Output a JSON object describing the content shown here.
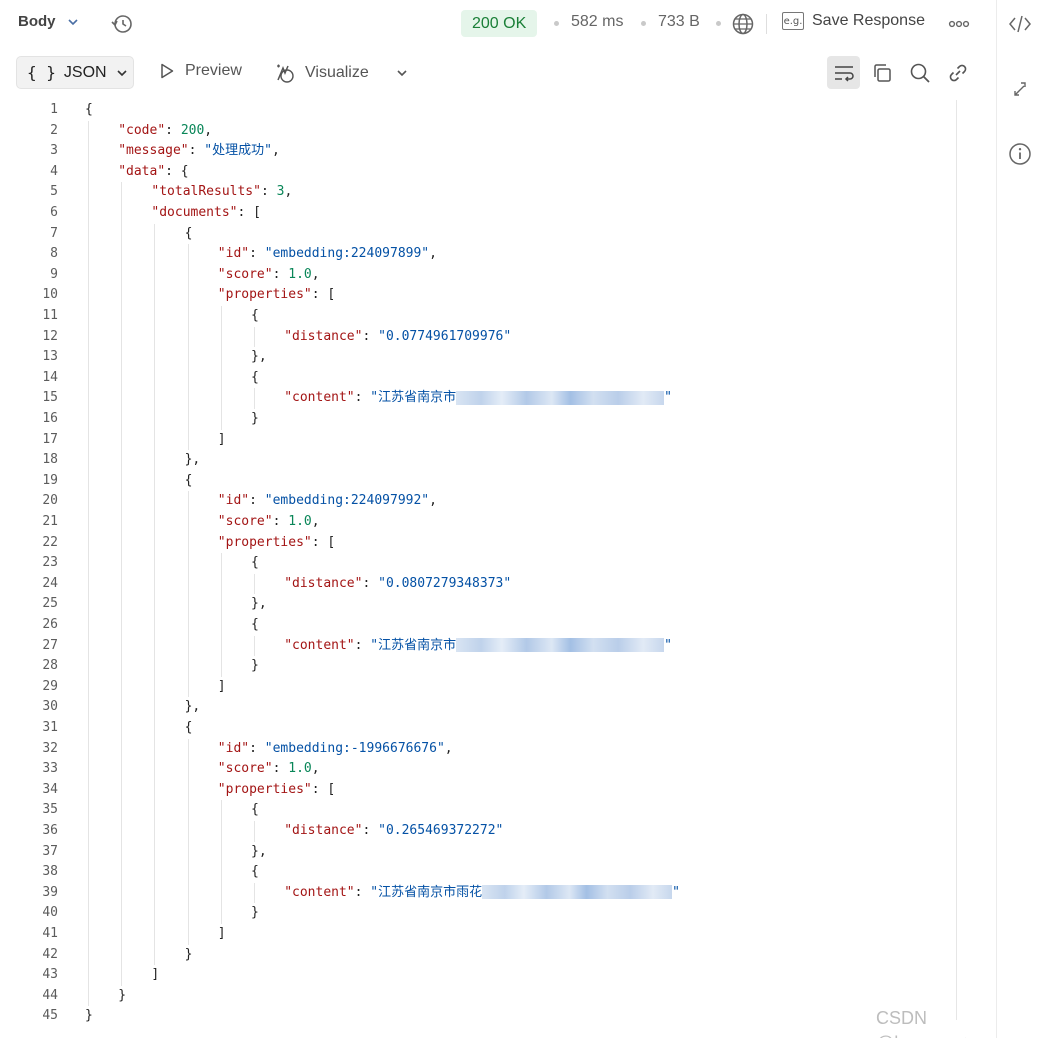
{
  "topbar": {
    "body_label": "Body",
    "status": "200 OK",
    "time": "582 ms",
    "size": "733 B",
    "eg_label": "e.g.",
    "save_response": "Save Response"
  },
  "toolbar": {
    "format_label": "JSON",
    "preview_label": "Preview",
    "visualize_label": "Visualize"
  },
  "colors": {
    "key": "#a31515",
    "string": "#0451a5",
    "number": "#098658",
    "status_bg": "#e5f5ea",
    "status_fg": "#1a7f37"
  },
  "code": {
    "lines": [
      [
        [
          "p",
          "{"
        ]
      ],
      [
        [
          "k",
          "\"code\""
        ],
        [
          "p",
          ": "
        ],
        [
          "n",
          "200"
        ],
        [
          "p",
          ","
        ]
      ],
      [
        [
          "k",
          "\"message\""
        ],
        [
          "p",
          ": "
        ],
        [
          "s",
          "\"处理成功\""
        ],
        [
          "p",
          ","
        ]
      ],
      [
        [
          "k",
          "\"data\""
        ],
        [
          "p",
          ": {"
        ]
      ],
      [
        [
          "k",
          "\"totalResults\""
        ],
        [
          "p",
          ": "
        ],
        [
          "n",
          "3"
        ],
        [
          "p",
          ","
        ]
      ],
      [
        [
          "k",
          "\"documents\""
        ],
        [
          "p",
          ": ["
        ]
      ],
      [
        [
          "p",
          "{"
        ]
      ],
      [
        [
          "k",
          "\"id\""
        ],
        [
          "p",
          ": "
        ],
        [
          "s",
          "\"embedding:224097899\""
        ],
        [
          "p",
          ","
        ]
      ],
      [
        [
          "k",
          "\"score\""
        ],
        [
          "p",
          ": "
        ],
        [
          "n",
          "1.0"
        ],
        [
          "p",
          ","
        ]
      ],
      [
        [
          "k",
          "\"properties\""
        ],
        [
          "p",
          ": ["
        ]
      ],
      [
        [
          "p",
          "{"
        ]
      ],
      [
        [
          "k",
          "\"distance\""
        ],
        [
          "p",
          ": "
        ],
        [
          "s",
          "\"0.0774961709976\""
        ]
      ],
      [
        [
          "p",
          "},"
        ]
      ],
      [
        [
          "p",
          "{"
        ]
      ],
      [
        [
          "k",
          "\"content\""
        ],
        [
          "p",
          ": "
        ],
        [
          "s",
          "\"江苏省南京市"
        ],
        [
          "blur",
          "208"
        ],
        [
          "s",
          "\""
        ]
      ],
      [
        [
          "p",
          "}"
        ]
      ],
      [
        [
          "p",
          "]"
        ]
      ],
      [
        [
          "p",
          "},"
        ]
      ],
      [
        [
          "p",
          "{"
        ]
      ],
      [
        [
          "k",
          "\"id\""
        ],
        [
          "p",
          ": "
        ],
        [
          "s",
          "\"embedding:224097992\""
        ],
        [
          "p",
          ","
        ]
      ],
      [
        [
          "k",
          "\"score\""
        ],
        [
          "p",
          ": "
        ],
        [
          "n",
          "1.0"
        ],
        [
          "p",
          ","
        ]
      ],
      [
        [
          "k",
          "\"properties\""
        ],
        [
          "p",
          ": ["
        ]
      ],
      [
        [
          "p",
          "{"
        ]
      ],
      [
        [
          "k",
          "\"distance\""
        ],
        [
          "p",
          ": "
        ],
        [
          "s",
          "\"0.0807279348373\""
        ]
      ],
      [
        [
          "p",
          "},"
        ]
      ],
      [
        [
          "p",
          "{"
        ]
      ],
      [
        [
          "k",
          "\"content\""
        ],
        [
          "p",
          ": "
        ],
        [
          "s",
          "\"江苏省南京市"
        ],
        [
          "blur",
          "208"
        ],
        [
          "s",
          "\""
        ]
      ],
      [
        [
          "p",
          "}"
        ]
      ],
      [
        [
          "p",
          "]"
        ]
      ],
      [
        [
          "p",
          "},"
        ]
      ],
      [
        [
          "p",
          "{"
        ]
      ],
      [
        [
          "k",
          "\"id\""
        ],
        [
          "p",
          ": "
        ],
        [
          "s",
          "\"embedding:-1996676676\""
        ],
        [
          "p",
          ","
        ]
      ],
      [
        [
          "k",
          "\"score\""
        ],
        [
          "p",
          ": "
        ],
        [
          "n",
          "1.0"
        ],
        [
          "p",
          ","
        ]
      ],
      [
        [
          "k",
          "\"properties\""
        ],
        [
          "p",
          ": ["
        ]
      ],
      [
        [
          "p",
          "{"
        ]
      ],
      [
        [
          "k",
          "\"distance\""
        ],
        [
          "p",
          ": "
        ],
        [
          "s",
          "\"0.265469372272\""
        ]
      ],
      [
        [
          "p",
          "},"
        ]
      ],
      [
        [
          "p",
          "{"
        ]
      ],
      [
        [
          "k",
          "\"content\""
        ],
        [
          "p",
          ": "
        ],
        [
          "s",
          "\"江苏省南京市雨花"
        ],
        [
          "blur",
          "190"
        ],
        [
          "s",
          "\""
        ]
      ],
      [
        [
          "p",
          "}"
        ]
      ],
      [
        [
          "p",
          "]"
        ]
      ],
      [
        [
          "p",
          "}"
        ]
      ],
      [
        [
          "p",
          "]"
        ]
      ],
      [
        [
          "p",
          "}"
        ]
      ],
      [
        [
          "p",
          "}"
        ]
      ]
    ],
    "indents": [
      0,
      1,
      1,
      1,
      2,
      2,
      3,
      4,
      4,
      4,
      5,
      6,
      5,
      5,
      6,
      5,
      4,
      3,
      3,
      4,
      4,
      4,
      5,
      6,
      5,
      5,
      6,
      5,
      4,
      3,
      3,
      4,
      4,
      4,
      5,
      6,
      5,
      5,
      6,
      5,
      4,
      3,
      2,
      1,
      0
    ]
  },
  "watermark": "CSDN @herogus丶"
}
